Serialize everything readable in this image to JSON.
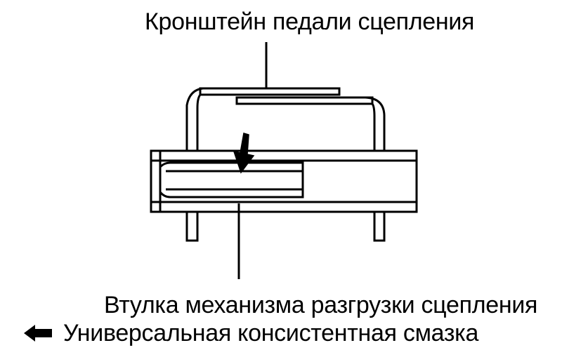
{
  "diagram": {
    "label_bracket": "Кронштейн педали сцепления",
    "label_bushing": "Втулка механизма разгрузки сцепления",
    "legend": {
      "icon": "left-arrow-icon",
      "text": "Универсальная консистентная смазка"
    }
  }
}
